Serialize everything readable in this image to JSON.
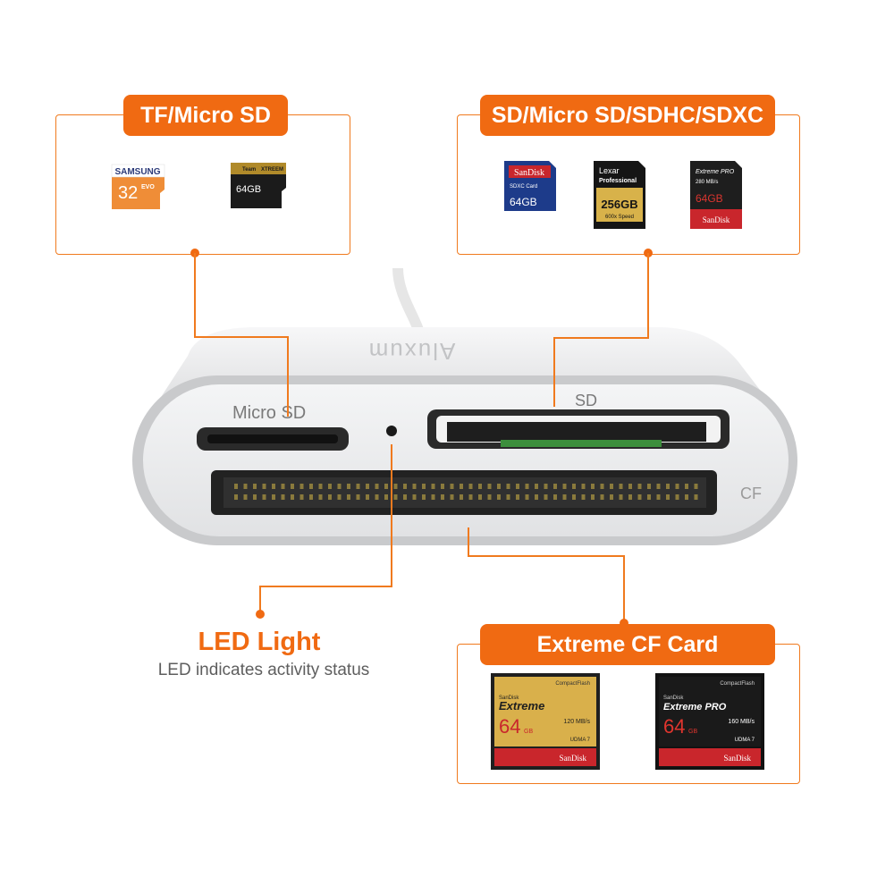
{
  "callouts": {
    "tf_micro_sd": "TF/Micro SD",
    "sd_family": "SD/Micro SD/SDHC/SDXC",
    "cf": "Extreme CF Card"
  },
  "led": {
    "title": "LED Light",
    "description": "LED indicates activity status"
  },
  "device": {
    "brand": "Aluxum",
    "port_micro_sd": "Micro SD",
    "port_sd": "SD",
    "port_cf": "CF"
  },
  "cards": {
    "samsung_micro": {
      "brand": "SAMSUNG",
      "capacity": "32",
      "series": "EVO"
    },
    "team_micro": {
      "brand": "Team",
      "series": "XTREEM",
      "capacity": "64GB"
    },
    "sandisk_sdxc": {
      "brand": "SanDisk",
      "type": "SDXC Card",
      "capacity": "64GB"
    },
    "lexar_sd": {
      "brand": "Lexar",
      "line": "Professional",
      "capacity": "256GB",
      "speed": "600x Speed"
    },
    "sandisk_pro_sd": {
      "line": "Extreme PRO",
      "speed": "280 MB/s",
      "capacity": "64GB",
      "brand": "SanDisk"
    },
    "cf_extreme": {
      "top": "CompactFlash",
      "brand_small": "SanDisk",
      "line": "Extreme",
      "capacity": "64",
      "unit": "GB",
      "speed": "120 MB/s",
      "udma": "UDMA 7",
      "brand": "SanDisk"
    },
    "cf_extreme_pro": {
      "top": "CompactFlash",
      "brand_small": "SanDisk",
      "line": "Extreme PRO",
      "capacity": "64",
      "unit": "GB",
      "speed": "160 MB/s",
      "udma": "UDMA 7",
      "brand": "SanDisk"
    }
  },
  "colors": {
    "accent": "#f06a12",
    "line": "#f07a1e",
    "device_body": "#e9eaec",
    "slot": "#232323"
  }
}
